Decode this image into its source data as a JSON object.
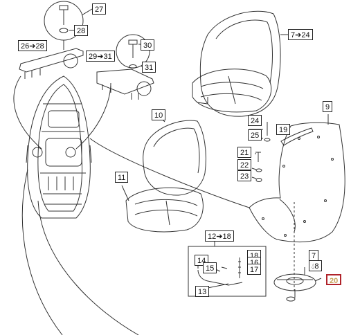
{
  "labels": {
    "l27": "27",
    "l28": "28",
    "l26_28": "26➔28",
    "l29_31": "29➔31",
    "l30": "30",
    "l31": "31",
    "l7_24": "7➔24",
    "l10": "10",
    "l11": "11",
    "l9": "9",
    "l24": "24",
    "l25": "25",
    "l19": "19",
    "l21": "21",
    "l22": "22",
    "l23": "23",
    "l12_18": "12➔18",
    "l14": "14",
    "l15": "15",
    "l18": "18",
    "l16": "16",
    "l17": "17",
    "l13": "13",
    "l7": "7",
    "l8": "8",
    "l20": "20"
  },
  "colors": {
    "line": "#333333",
    "highlight_border": "#b0232a",
    "highlight_text": "#c7a25a"
  },
  "icons": {
    "drop_icon": "black droplet glyph"
  }
}
